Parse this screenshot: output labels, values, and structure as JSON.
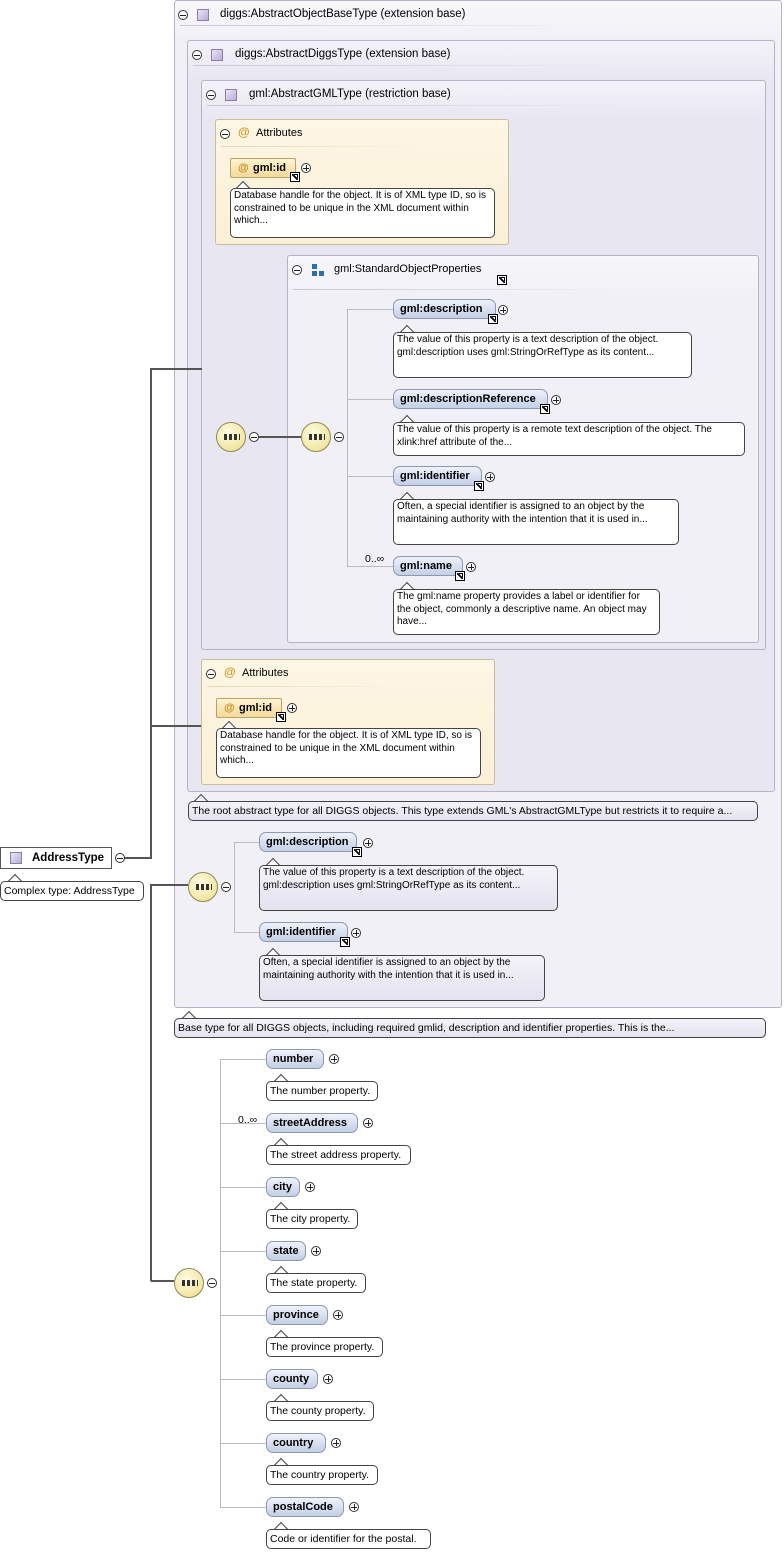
{
  "root": {
    "name": "AddressType",
    "doc": "Complex type: AddressType"
  },
  "ext_base": {
    "title": "diggs:AbstractObjectBaseType (extension base)",
    "doc": "Base type for all DIGGS objects, including required gmlid, description and identifier properties. This is the..."
  },
  "diggs_base": {
    "title": "diggs:AbstractDiggsType (extension base)",
    "doc": "The root abstract type for all DIGGS objects. This type extends GML's AbstractGMLType but restricts it to require a..."
  },
  "gml_base": {
    "title": "gml:AbstractGMLType (restriction base)"
  },
  "attr1": {
    "title": "Attributes",
    "el": "gml:id",
    "doc": "Database handle for the object. It is of XML type ID, so is constrained to be unique in the XML document within which..."
  },
  "sop": {
    "title": "gml:StandardObjectProperties",
    "items": [
      {
        "name": "gml:description",
        "doc": "The value of this property is a text description of the object. gml:description uses gml:StringOrRefType as its content..."
      },
      {
        "name": "gml:descriptionReference",
        "doc": "The value of this property is a remote text description of the object. The xlink:href attribute of the..."
      },
      {
        "name": "gml:identifier",
        "doc": "Often, a special identifier is assigned to an object by the maintaining authority with the intention that it is used in..."
      },
      {
        "name": "gml:name",
        "card": "0..∞",
        "doc": "The gml:name property provides a label or identifier for the object, commonly a descriptive name. An object may have..."
      }
    ]
  },
  "attr2": {
    "title": "Attributes",
    "el": "gml:id",
    "doc": "Database handle for the object. It is of XML type ID, so is constrained to be unique in the XML document within which..."
  },
  "ext_seq": [
    {
      "name": "gml:description",
      "doc": "The value of this property is a text description of the object. gml:description uses gml:StringOrRefType as its content..."
    },
    {
      "name": "gml:identifier",
      "doc": "Often, a special identifier is assigned to an object by the maintaining authority with the intention that it is used in..."
    }
  ],
  "address": [
    {
      "name": "number",
      "doc": "The number property."
    },
    {
      "name": "streetAddress",
      "card": "0..∞",
      "doc": "The street address property."
    },
    {
      "name": "city",
      "doc": "The city property."
    },
    {
      "name": "state",
      "doc": "The state property."
    },
    {
      "name": "province",
      "doc": "The province property."
    },
    {
      "name": "county",
      "doc": "The county property."
    },
    {
      "name": "country",
      "doc": "The country property."
    },
    {
      "name": "postalCode",
      "doc": "Code or identifier for the postal."
    }
  ]
}
